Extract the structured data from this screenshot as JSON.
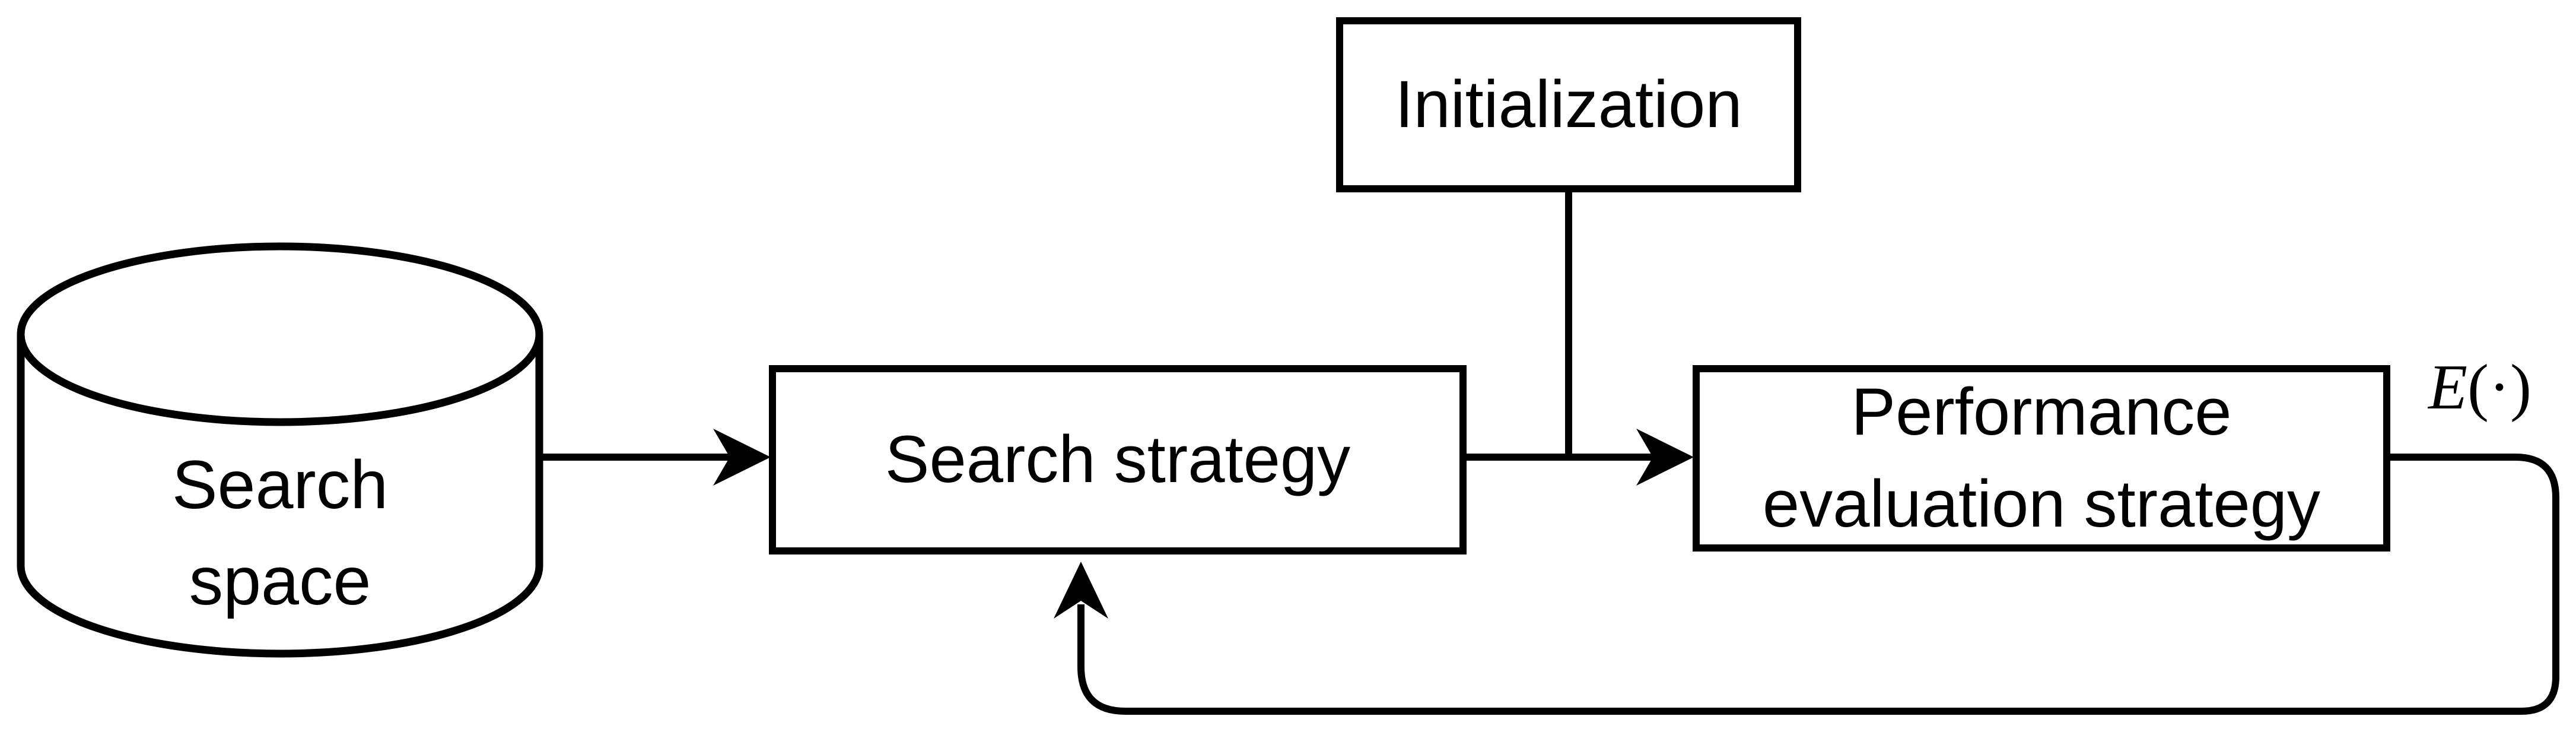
{
  "colors": {
    "background": "#ffffff",
    "stroke": "#000000",
    "text": "#000000"
  },
  "nodes": {
    "search_space": {
      "shape": "cylinder",
      "label_line1": "Search",
      "label_line2": "space"
    },
    "initialization": {
      "shape": "rectangle",
      "label": "Initialization"
    },
    "search_strategy": {
      "shape": "rectangle",
      "label": "Search strategy"
    },
    "performance_evaluation": {
      "shape": "rectangle",
      "label_line1": "Performance",
      "label_line2": "evaluation strategy"
    }
  },
  "annotations": {
    "evaluation_function": {
      "symbol": "E",
      "args": "(·)"
    }
  },
  "edges": {
    "search_space_to_search_strategy": "arrow-right",
    "initialization_to_connector": "line-down",
    "search_strategy_to_performance_evaluation": "arrow-right",
    "performance_evaluation_feedback_to_search_strategy": "loop-arrow-up"
  }
}
